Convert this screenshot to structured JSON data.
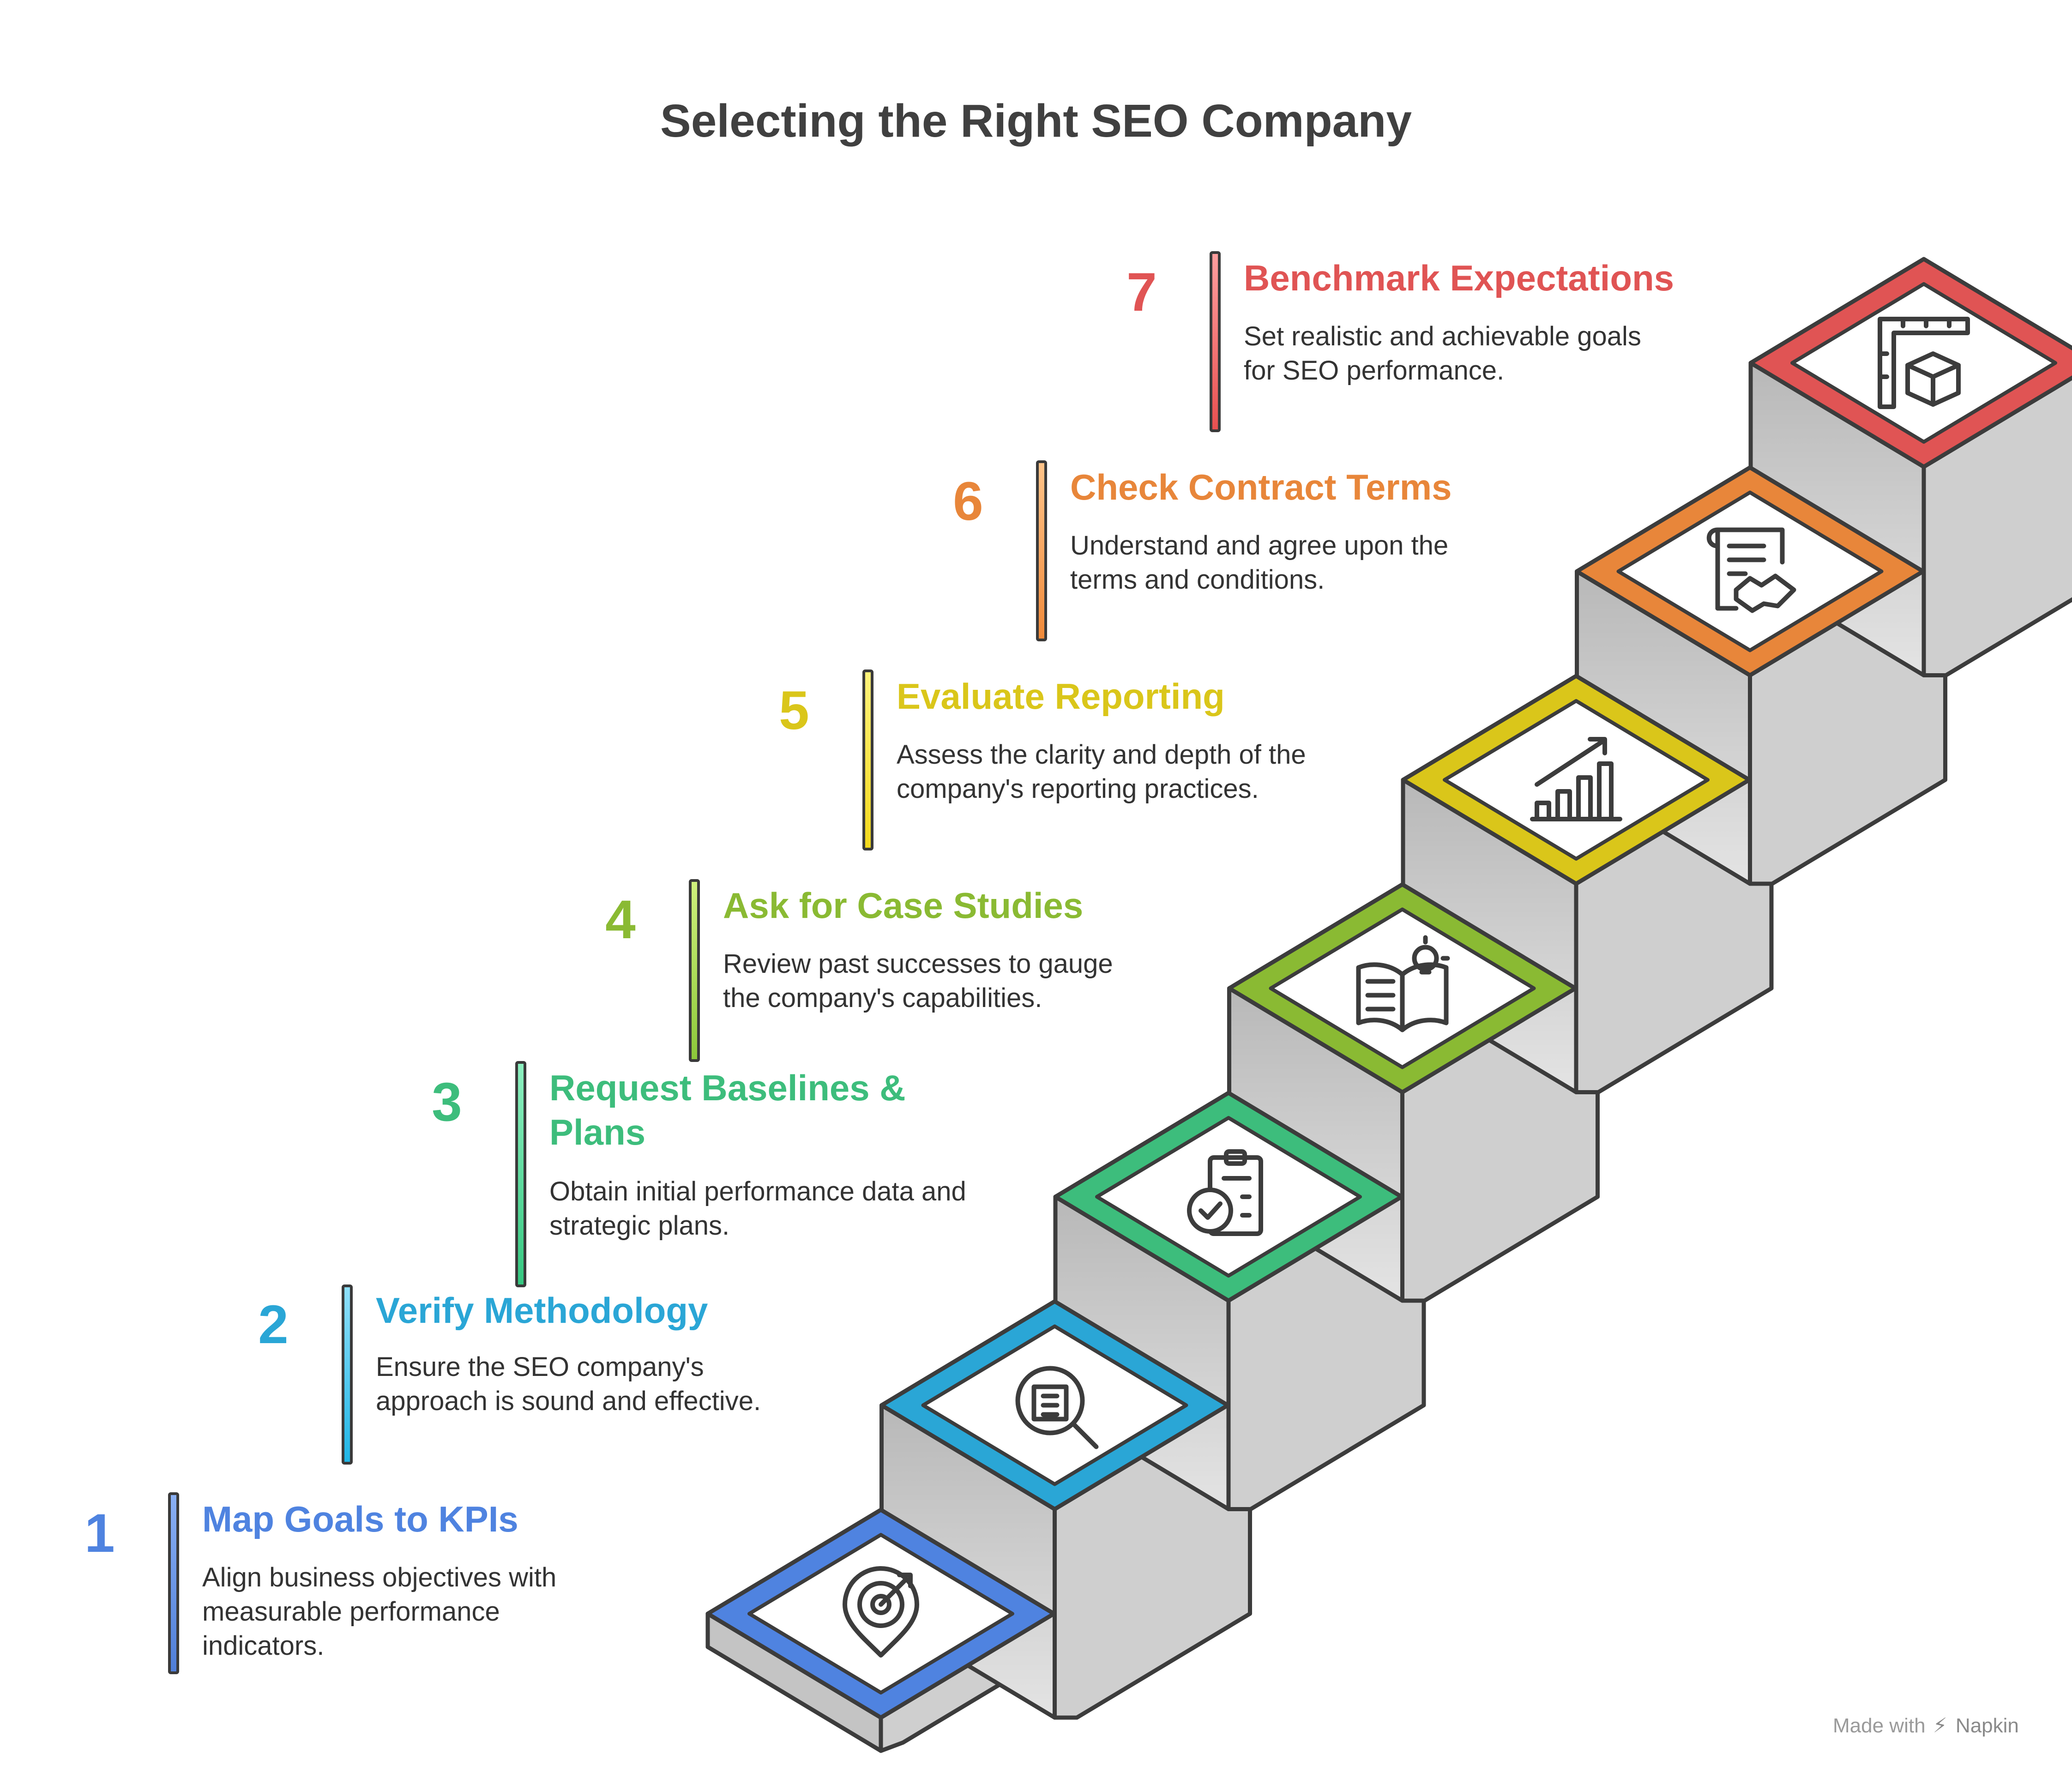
{
  "title": "Selecting the Right SEO Company",
  "steps": [
    {
      "number": "1",
      "title": "Map Goals to KPIs",
      "description": "Align business objectives with measurable performance indicators.",
      "color": "#4f83e0",
      "bar_gradient": [
        "#8ab0f4",
        "#4f7ed8"
      ],
      "icon": "target-pin-icon"
    },
    {
      "number": "2",
      "title": "Verify Methodology",
      "description": "Ensure the SEO company's approach is sound and effective.",
      "color": "#2aa6d6",
      "bar_gradient": [
        "#8fe0fb",
        "#20b6e6"
      ],
      "icon": "magnifier-document-icon"
    },
    {
      "number": "3",
      "title": "Request Baselines & Plans",
      "description": "Obtain initial performance data and strategic plans.",
      "color": "#3dbd7c",
      "bar_gradient": [
        "#8df0c0",
        "#35c880"
      ],
      "icon": "clipboard-check-icon"
    },
    {
      "number": "4",
      "title": "Ask for Case Studies",
      "description": "Review past successes to gauge the company's capabilities.",
      "color": "#8aba33",
      "bar_gradient": [
        "#cff07c",
        "#8cc83a"
      ],
      "icon": "book-lightbulb-icon"
    },
    {
      "number": "5",
      "title": "Evaluate Reporting",
      "description": "Assess the clarity and depth of the company's reporting practices.",
      "color": "#dac61a",
      "bar_gradient": [
        "#fff27a",
        "#f2d81c"
      ],
      "icon": "growth-chart-icon"
    },
    {
      "number": "6",
      "title": "Check Contract Terms",
      "description": "Understand and agree upon the terms and conditions.",
      "color": "#e8863a",
      "bar_gradient": [
        "#ffc48a",
        "#f08a3a"
      ],
      "icon": "contract-handshake-icon"
    },
    {
      "number": "7",
      "title": "Benchmark Expectations",
      "description": "Set realistic and achievable goals for SEO performance.",
      "color": "#e05454",
      "bar_gradient": [
        "#ff9e9e",
        "#e85050"
      ],
      "icon": "ruler-cube-icon"
    }
  ],
  "footer": {
    "prefix": "Made with",
    "brand": "Napkin"
  }
}
